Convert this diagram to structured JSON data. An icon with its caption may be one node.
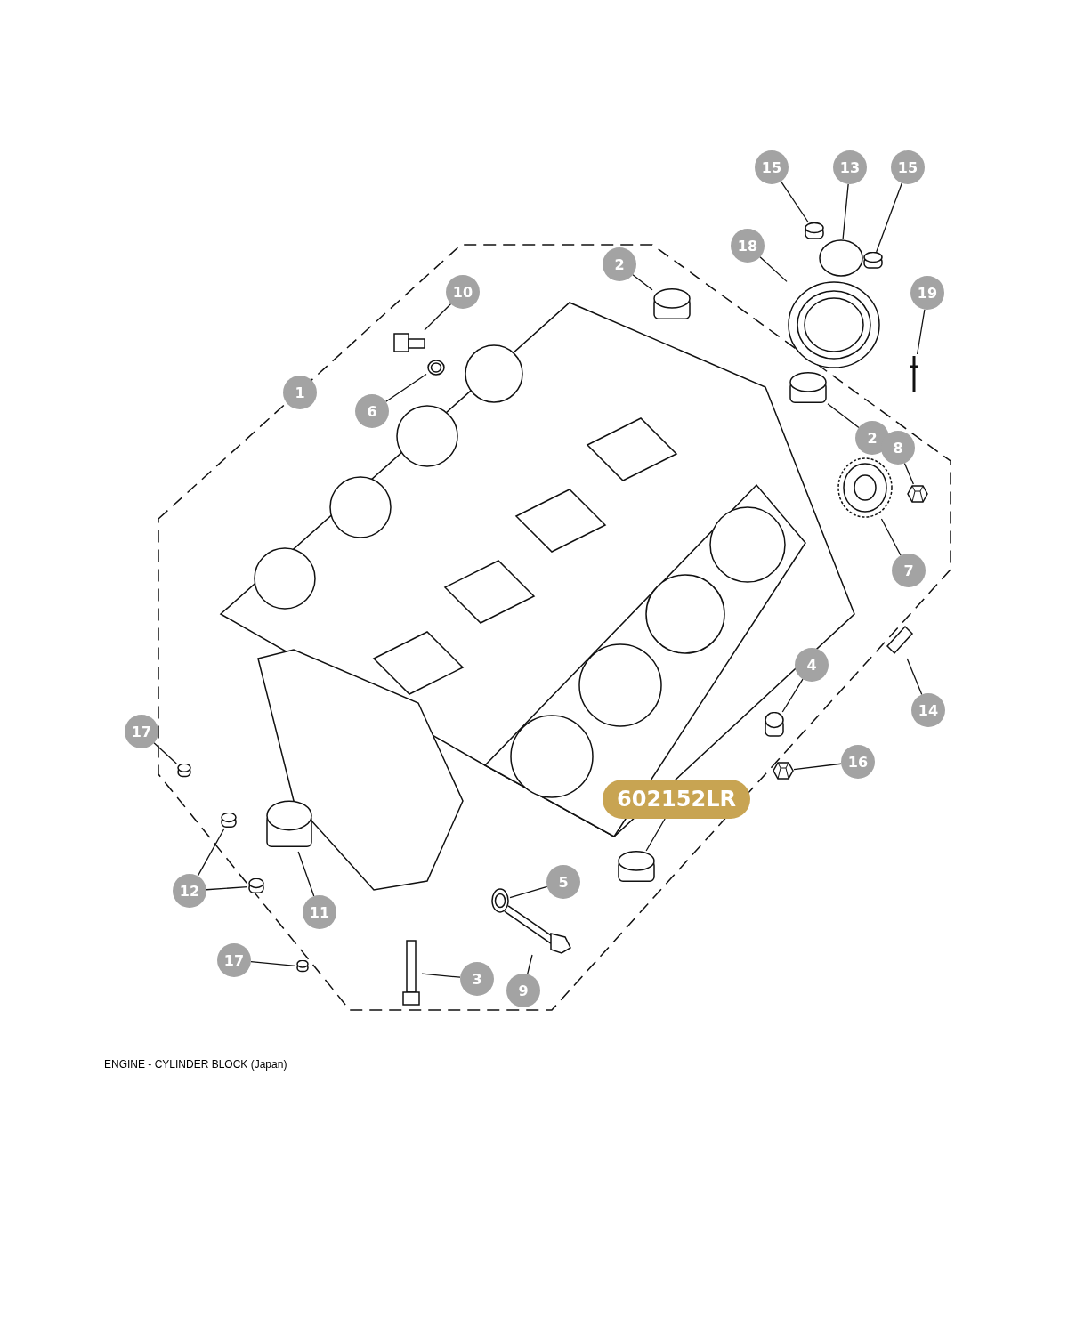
{
  "diagram": {
    "caption": "ENGINE - CYLINDER BLOCK (Japan)",
    "nodes": [
      {
        "text": [
          "15"
        ]
      },
      {
        "text": [],
        "shape": "cylinder"
      },
      {
        "text": [
          "13"
        ]
      },
      {
        "text": [],
        "shape": "circle"
      },
      {
        "text": [
          "15"
        ]
      },
      {
        "text": [],
        "shape": "cylinder"
      },
      {
        "text": [
          "18"
        ]
      },
      {
        "text": [],
        "shape": "picture"
      },
      {
        "text": [
          "2"
        ]
      },
      {
        "text": [],
        "shape": "cylinder"
      },
      {
        "text": [
          "19"
        ]
      },
      {
        "text": [],
        "shape": "picture"
      },
      {
        "text": [
          "10"
        ]
      },
      {
        "text": [],
        "shape": "picture"
      },
      {
        "text": [
          "6"
        ]
      },
      {
        "text": [],
        "shape": "picture"
      },
      {
        "text": [
          "2"
        ]
      },
      {
        "text": [],
        "shape": "cylinder"
      },
      {
        "text": [
          "8"
        ]
      },
      {
        "text": [],
        "shape": "picture"
      },
      {
        "text": [
          "7"
        ]
      },
      {
        "text": [],
        "shape": "picture"
      },
      {
        "text": [
          "4"
        ]
      },
      {
        "text": [],
        "shape": "cylinder"
      },
      {
        "text": [
          "14"
        ]
      },
      {
        "text": [],
        "shape": "picture"
      },
      {
        "text": [
          "16"
        ]
      },
      {
        "text": [],
        "shape": "picture"
      },
      {
        "text": [
          "17"
        ]
      },
      {
        "text": [],
        "shape": "cylinder"
      },
      {
        "text": [
          "602152LR"
        ]
      },
      {
        "text": [],
        "shape": "cylinder"
      },
      {
        "text": [
          "12"
        ]
      },
      {
        "text": [],
        "shape": "cylinder"
      },
      {
        "text": [],
        "shape": "cylinder"
      },
      {
        "text": [
          "11"
        ]
      },
      {
        "text": [],
        "shape": "cylinder"
      },
      {
        "text": [
          "5"
        ]
      },
      {
        "text": [],
        "shape": "picture"
      },
      {
        "text": [
          "17"
        ]
      },
      {
        "text": [],
        "shape": "cylinder"
      },
      {
        "text": [
          "3"
        ]
      },
      {
        "text": [],
        "shape": "picture"
      },
      {
        "text": [
          "9"
        ]
      },
      {
        "text": [],
        "shape": "picture"
      },
      {
        "text": [
          "1"
        ]
      }
    ],
    "edges": [
      {
        "from": 0,
        "to": 1,
        "arrow": "none"
      },
      {
        "from": 2,
        "to": 3,
        "arrow": "none"
      },
      {
        "from": 4,
        "to": 5,
        "arrow": "none"
      },
      {
        "from": 6,
        "to": 7,
        "arrow": "none"
      },
      {
        "from": 8,
        "to": 9,
        "arrow": "none"
      },
      {
        "from": 10,
        "to": 11,
        "arrow": "none"
      },
      {
        "from": 12,
        "to": 13,
        "arrow": "none"
      },
      {
        "from": 14,
        "to": 15,
        "arrow": "none"
      },
      {
        "from": 16,
        "to": 17,
        "arrow": "none"
      },
      {
        "from": 18,
        "to": 19,
        "arrow": "none"
      },
      {
        "from": 20,
        "to": 21,
        "arrow": "none"
      },
      {
        "from": 22,
        "to": 23,
        "arrow": "none"
      },
      {
        "from": 24,
        "to": 25,
        "arrow": "none"
      },
      {
        "from": 26,
        "to": 27,
        "arrow": "none"
      },
      {
        "from": 28,
        "to": 29,
        "arrow": "none"
      },
      {
        "from": 30,
        "to": 31,
        "arrow": "none"
      },
      {
        "from": 32,
        "to": 33,
        "arrow": "none"
      },
      {
        "from": 32,
        "to": 34,
        "arrow": "none"
      },
      {
        "from": 35,
        "to": 36,
        "arrow": "none"
      },
      {
        "from": 37,
        "to": 38,
        "arrow": "none"
      },
      {
        "from": 39,
        "to": 40,
        "arrow": "none"
      },
      {
        "from": 41,
        "to": 42,
        "arrow": "none"
      },
      {
        "from": 43,
        "to": 44,
        "arrow": "none"
      }
    ]
  }
}
